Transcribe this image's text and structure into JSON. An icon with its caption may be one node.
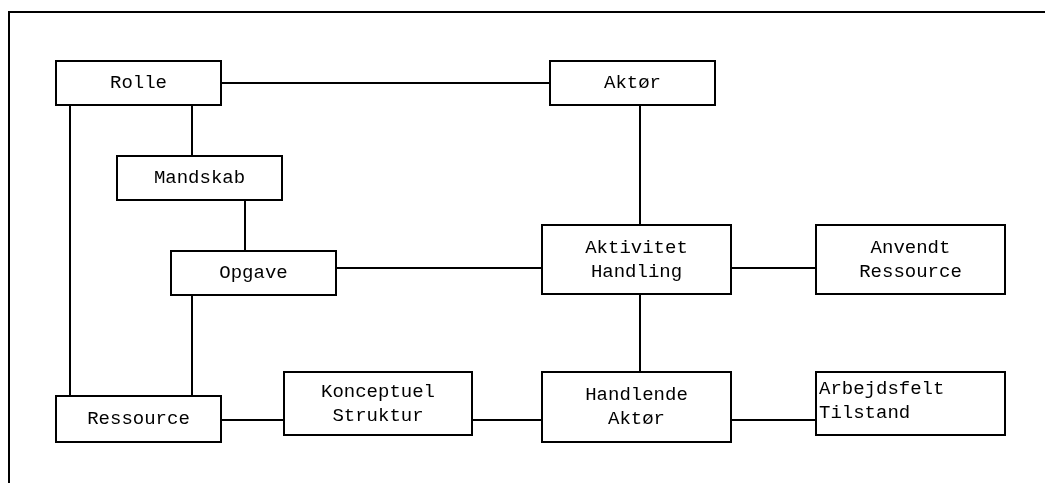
{
  "diagram": {
    "nodes": [
      {
        "text": [
          "Rolle"
        ]
      },
      {
        "text": [
          "Aktør"
        ]
      },
      {
        "text": [
          "Mandskab"
        ]
      },
      {
        "text": [
          "Aktivitet Handling"
        ]
      },
      {
        "text": [
          "Anvendt Ressource"
        ]
      },
      {
        "text": [
          "Opgave"
        ]
      },
      {
        "text": [
          "Konceptuel Struktur"
        ]
      },
      {
        "text": [
          "Handlende Aktør"
        ]
      },
      {
        "text": [
          "Arbejdsfelt Tilstand"
        ]
      },
      {
        "text": [
          "Ressource"
        ]
      }
    ],
    "edges": [
      {
        "from": 0,
        "to": 1,
        "arrow": "none"
      },
      {
        "from": 0,
        "to": 2,
        "arrow": "none"
      },
      {
        "from": 0,
        "to": 9,
        "arrow": "none"
      },
      {
        "from": 1,
        "to": 3,
        "arrow": "none"
      },
      {
        "from": 2,
        "to": 5,
        "arrow": "none"
      },
      {
        "from": 5,
        "to": 3,
        "arrow": "none"
      },
      {
        "from": 5,
        "to": 9,
        "arrow": "none"
      },
      {
        "from": 3,
        "to": 4,
        "arrow": "none"
      },
      {
        "from": 3,
        "to": 7,
        "arrow": "none"
      },
      {
        "from": 9,
        "to": 6,
        "arrow": "none"
      },
      {
        "from": 6,
        "to": 7,
        "arrow": "none"
      },
      {
        "from": 7,
        "to": 8,
        "arrow": "none"
      }
    ]
  }
}
